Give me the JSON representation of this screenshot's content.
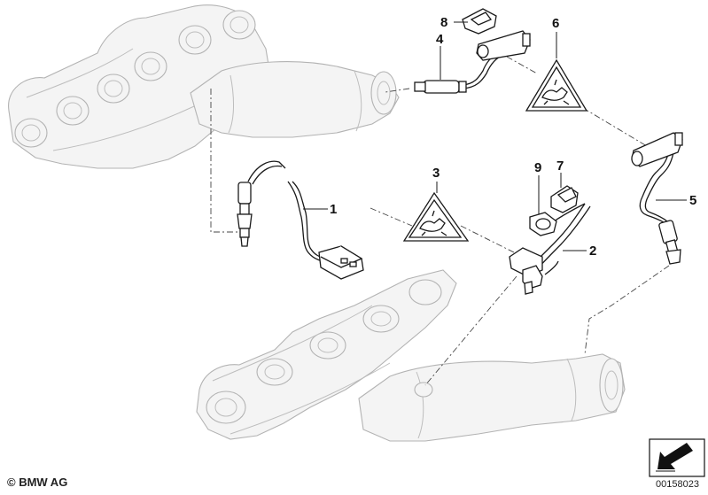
{
  "diagram": {
    "callouts": [
      {
        "id": "1",
        "label": "1"
      },
      {
        "id": "2",
        "label": "2"
      },
      {
        "id": "3",
        "label": "3"
      },
      {
        "id": "4",
        "label": "4"
      },
      {
        "id": "5",
        "label": "5"
      },
      {
        "id": "6",
        "label": "6"
      },
      {
        "id": "7",
        "label": "7"
      },
      {
        "id": "8",
        "label": "8"
      },
      {
        "id": "9",
        "label": "9"
      }
    ],
    "icons": {
      "warning_triangle": "electrical-connector-warning-icon",
      "direction_arrow": "direction-arrow-icon"
    }
  },
  "footer": {
    "copyright": "© BMW AG",
    "catalog_number": "00158023"
  }
}
